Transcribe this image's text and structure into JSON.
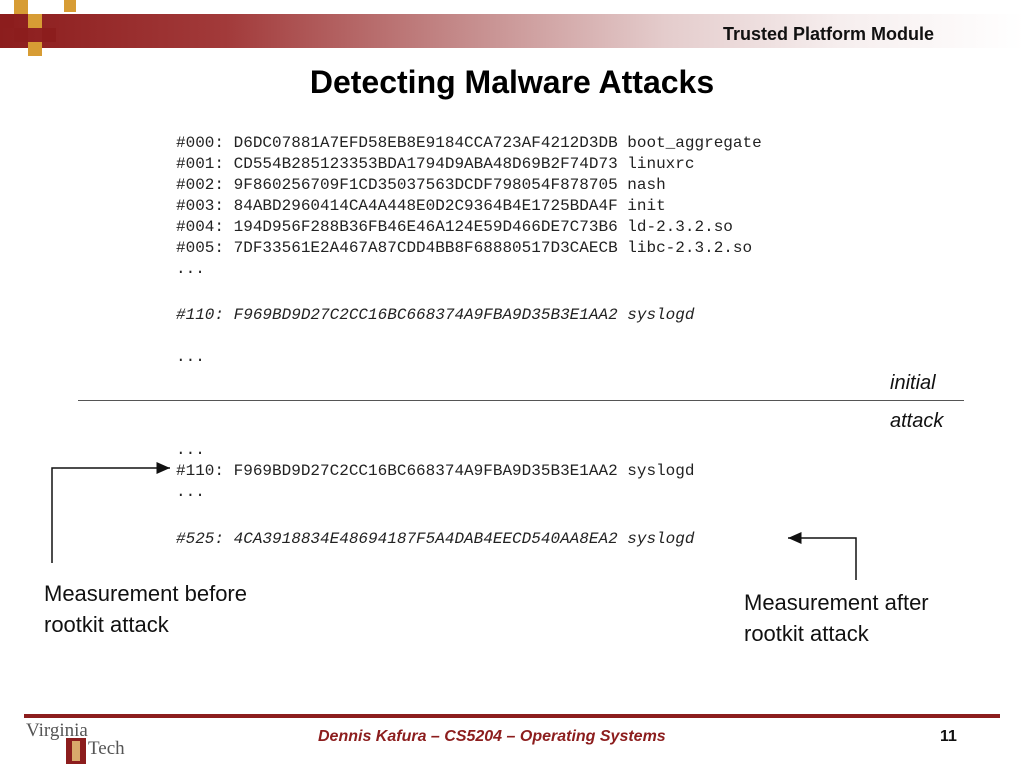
{
  "header": {
    "title": "Trusted Platform Module",
    "colors": {
      "accent": "#8c1d1d",
      "square_tan": "#d79c34",
      "square_maroon": "#8c1d1d"
    }
  },
  "slide": {
    "title": "Detecting Malware Attacks"
  },
  "initial_measurements": {
    "lines": [
      "#000: D6DC07881A7EFD58EB8E9184CCA723AF4212D3DB boot_aggregate",
      "#001: CD554B285123353BDA1794D9ABA48D69B2F74D73 linuxrc",
      "#002: 9F860256709F1CD35037563DCDF798054F878705 nash",
      "#003: 84ABD2960414CA4A448E0D2C9364B4E1725BDA4F init",
      "#004: 194D956F288B36FB46E46A124E59D466DE7C73B6 ld-2.3.2.so",
      "#005: 7DF33561E2A467A87CDD4BB8F68880517D3CAECB libc-2.3.2.so",
      "..."
    ],
    "highlight": "#110: F969BD9D27C2CC16BC668374A9FBA9D35B3E1AA2 syslogd",
    "ellipsis": "..."
  },
  "labels": {
    "initial": "initial",
    "attack": "attack"
  },
  "attack_measurements": {
    "lines": [
      "...",
      "#110: F969BD9D27C2CC16BC668374A9FBA9D35B3E1AA2 syslogd",
      "..."
    ],
    "highlight": "#525: 4CA3918834E48694187F5A4DAB4EECD540AA8EA2 syslogd"
  },
  "annotations": {
    "before": [
      "Measurement before",
      "rootkit attack"
    ],
    "after": [
      "Measurement after",
      "rootkit attack"
    ]
  },
  "footer": {
    "text": "Dennis Kafura – CS5204 – Operating Systems",
    "page": "11",
    "logo_top": "Virginia",
    "logo_bottom": "Tech"
  }
}
